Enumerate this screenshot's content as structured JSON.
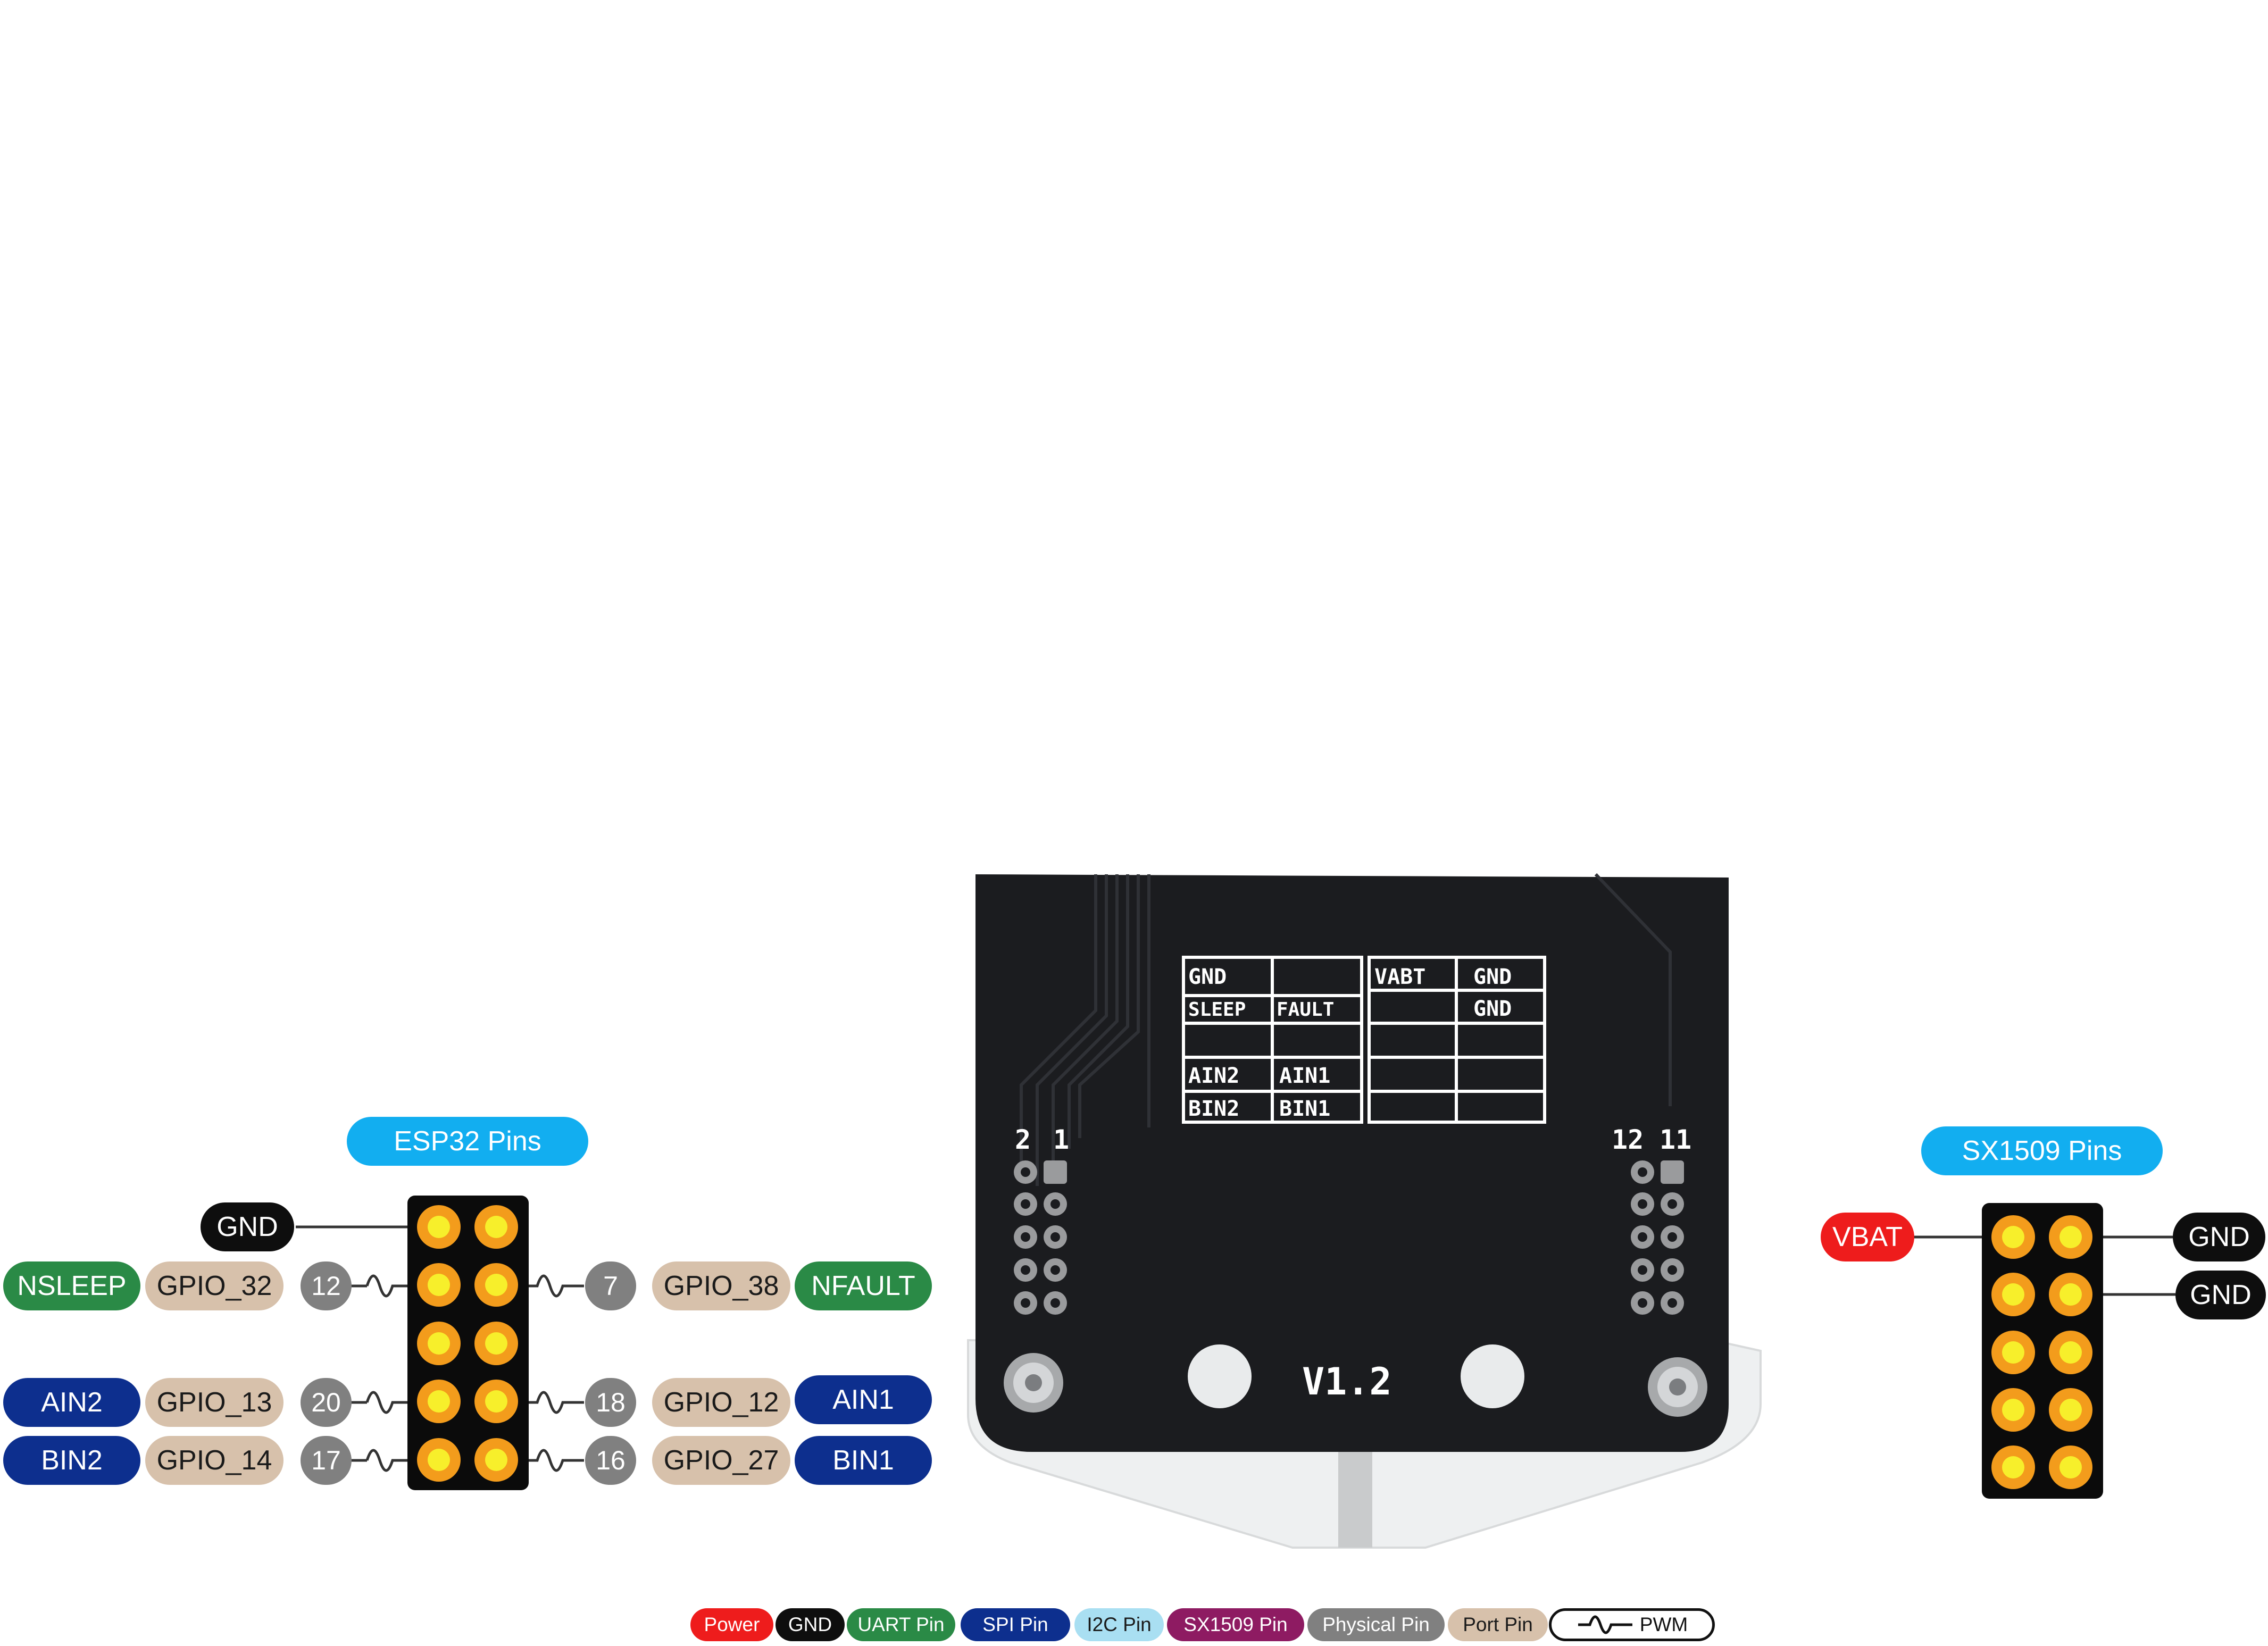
{
  "headers": {
    "esp32": "ESP32 Pins",
    "sx1509": "SX1509 Pins"
  },
  "esp32_left": {
    "gnd": "GND",
    "row2": {
      "func": "NSLEEP",
      "gpio": "GPIO_32",
      "pin": "12"
    },
    "row4": {
      "func": "AIN2",
      "gpio": "GPIO_13",
      "pin": "20"
    },
    "row5": {
      "func": "BIN2",
      "gpio": "GPIO_14",
      "pin": "17"
    }
  },
  "esp32_right": {
    "row2": {
      "func": "NFAULT",
      "gpio": "GPIO_38",
      "pin": "7"
    },
    "row4": {
      "func": "AIN1",
      "gpio": "GPIO_12",
      "pin": "18"
    },
    "row5": {
      "func": "BIN1",
      "gpio": "GPIO_27",
      "pin": "16"
    }
  },
  "sx1509": {
    "vbat": "VBAT",
    "gnd1": "GND",
    "gnd2": "GND"
  },
  "board": {
    "version": "V1.2",
    "pin_numbers": {
      "p2": "2",
      "p1": "1",
      "p12": "12",
      "p11": "11"
    },
    "silk_left": [
      [
        "GND",
        ""
      ],
      [
        "SLEEP",
        "FAULT"
      ],
      [
        "",
        ""
      ],
      [
        "AIN2",
        "AIN1"
      ],
      [
        "BIN2",
        "BIN1"
      ]
    ],
    "silk_right": [
      [
        "VABT",
        "GND"
      ],
      [
        "",
        "GND"
      ],
      [
        "",
        ""
      ],
      [
        "",
        ""
      ],
      [
        "",
        ""
      ]
    ]
  },
  "legend": {
    "power": "Power",
    "gnd": "GND",
    "uart": "UART Pin",
    "spi": "SPI Pin",
    "i2c": "I2C Pin",
    "sx1509": "SX1509 Pin",
    "physical": "Physical Pin",
    "port": "Port Pin",
    "pwm": "PWM"
  },
  "colors": {
    "power": "#ee1c1c",
    "gnd": "#0e0e0e",
    "uart": "#2a8a46",
    "spi": "#0d2f8e",
    "i2c": "#a9dff2",
    "sx1509": "#8e1b62",
    "physical": "#808080",
    "port": "#d7c1ab",
    "header_label": "#12aef0",
    "pin_outer": "#f39c1c",
    "pin_inner": "#f7ef2b"
  }
}
